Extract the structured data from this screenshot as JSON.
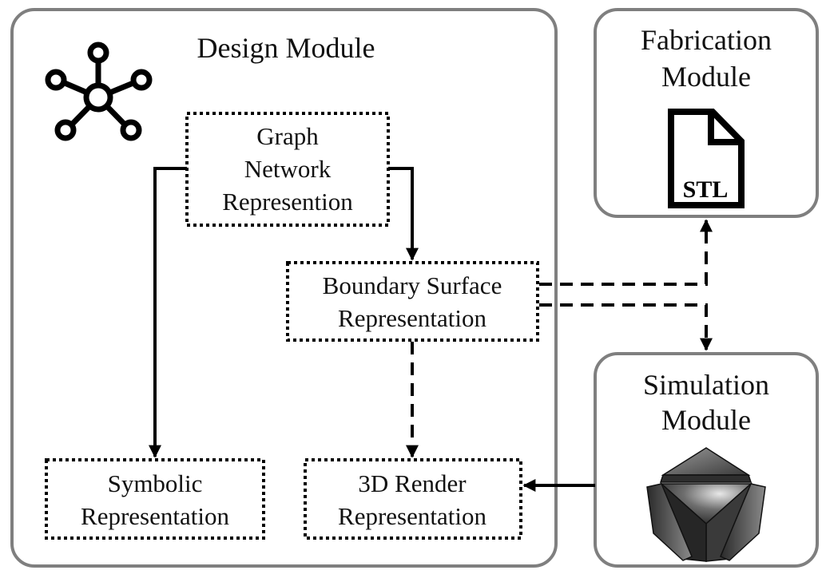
{
  "modules": {
    "design": {
      "title": "Design Module",
      "icon": "graph-network-icon"
    },
    "fabrication": {
      "title_lines": [
        "Fabrication",
        "Module"
      ],
      "icon": "stl-file-icon",
      "icon_text": "STL"
    },
    "simulation": {
      "title_lines": [
        "Simulation",
        "Module"
      ],
      "icon": "3d-polyhedron-icon"
    }
  },
  "representations": {
    "graph": {
      "lines": [
        "Graph",
        "Network",
        "Represention"
      ]
    },
    "boundary": {
      "lines": [
        "Boundary Surface",
        "Representation"
      ]
    },
    "symbolic": {
      "lines": [
        "Symbolic",
        "Representation"
      ]
    },
    "render": {
      "lines": [
        "3D Render",
        "Representation"
      ]
    }
  },
  "connections": [
    {
      "from": "graph",
      "to": "symbolic",
      "style": "solid"
    },
    {
      "from": "graph",
      "to": "boundary",
      "style": "solid"
    },
    {
      "from": "boundary",
      "to": "render",
      "style": "dashed"
    },
    {
      "from": "boundary",
      "to": "fabrication",
      "style": "dashed"
    },
    {
      "from": "boundary",
      "to": "simulation",
      "style": "dashed"
    },
    {
      "from": "simulation",
      "to": "render",
      "style": "solid"
    }
  ]
}
